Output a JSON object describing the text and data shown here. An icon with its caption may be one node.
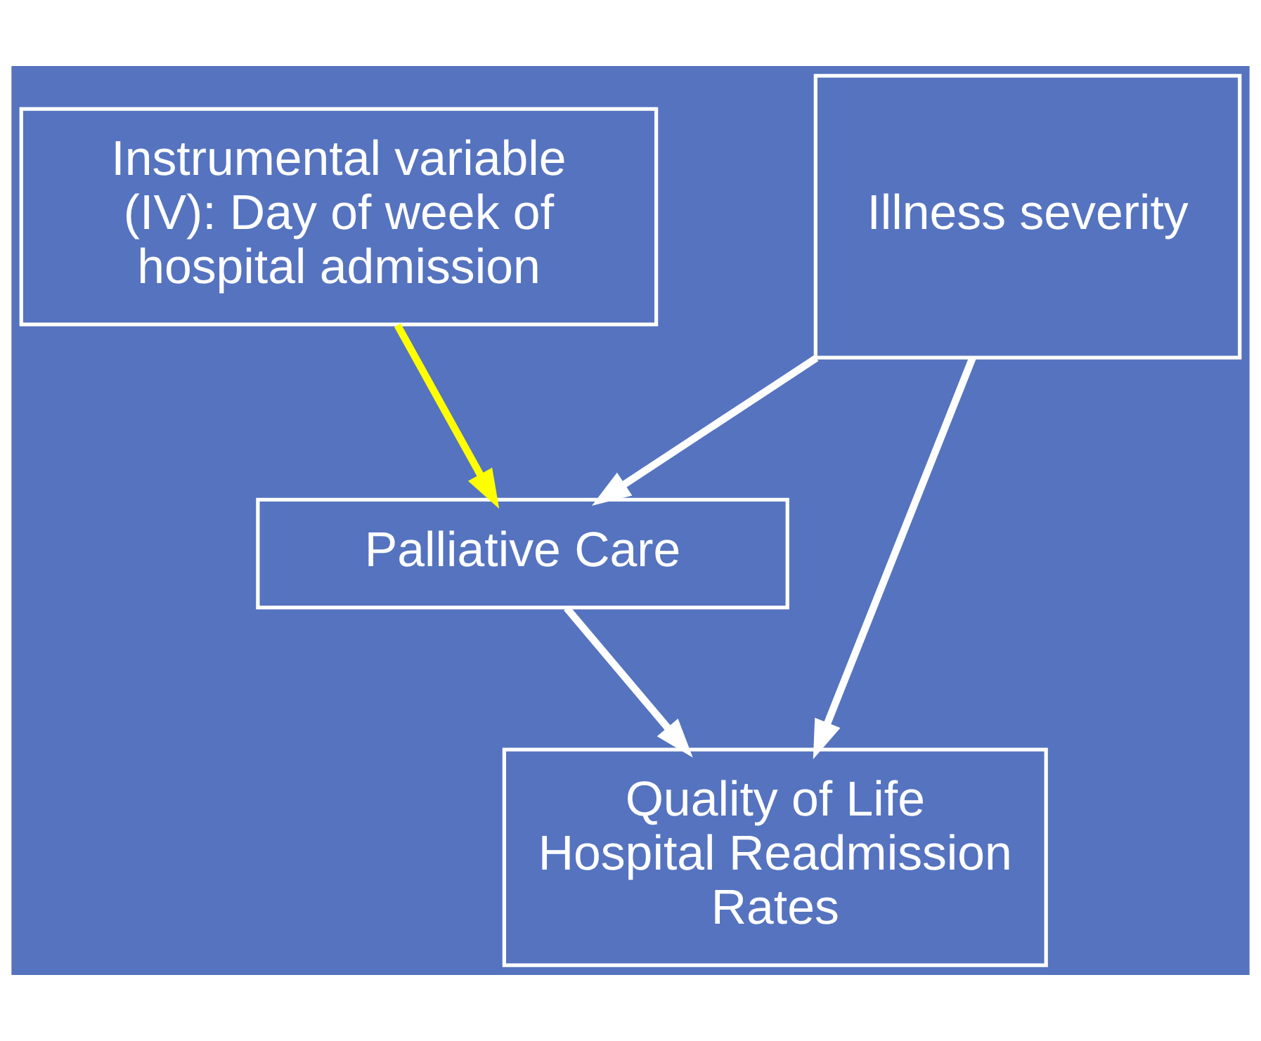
{
  "diagram": {
    "nodes": [
      {
        "text": [
          "Instrumental variable (IV): Day of week of hospital admission"
        ]
      },
      {
        "text": [
          "Palliative Care"
        ]
      },
      {
        "text": [
          "Illness severity"
        ]
      },
      {
        "text": [
          "Quality of Life",
          "Hospital Readmission Rates"
        ]
      }
    ],
    "edges": [
      {
        "from": 0,
        "to": 1,
        "arrow": "to",
        "color": "#ffff00"
      },
      {
        "from": 2,
        "to": 1,
        "arrow": "to"
      },
      {
        "from": 2,
        "to": 3,
        "arrow": "to"
      },
      {
        "from": 1,
        "to": 3,
        "arrow": "to"
      }
    ]
  }
}
